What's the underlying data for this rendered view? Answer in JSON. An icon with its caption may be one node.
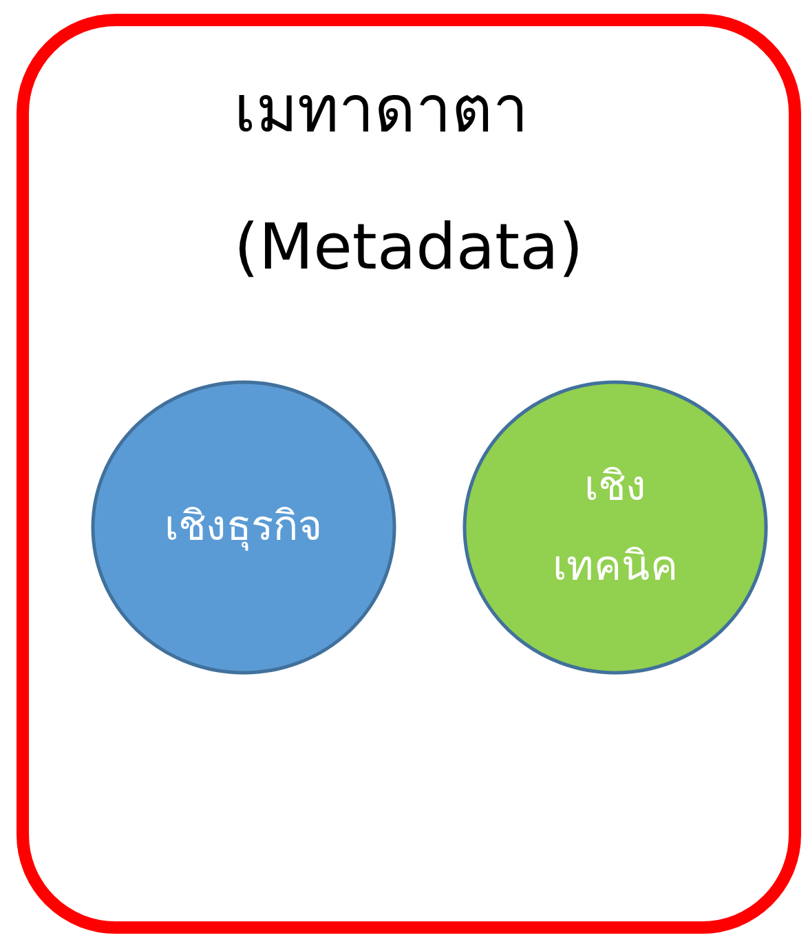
{
  "diagram": {
    "nodes": [
      {
        "text": [
          "เมทาดาตา (Metadata)"
        ]
      },
      {
        "text": [
          "เชิงธุรกิจ"
        ],
        "in": 0
      },
      {
        "text": [
          "เชิงเทคนิค"
        ],
        "in": 0
      }
    ],
    "edges": []
  }
}
